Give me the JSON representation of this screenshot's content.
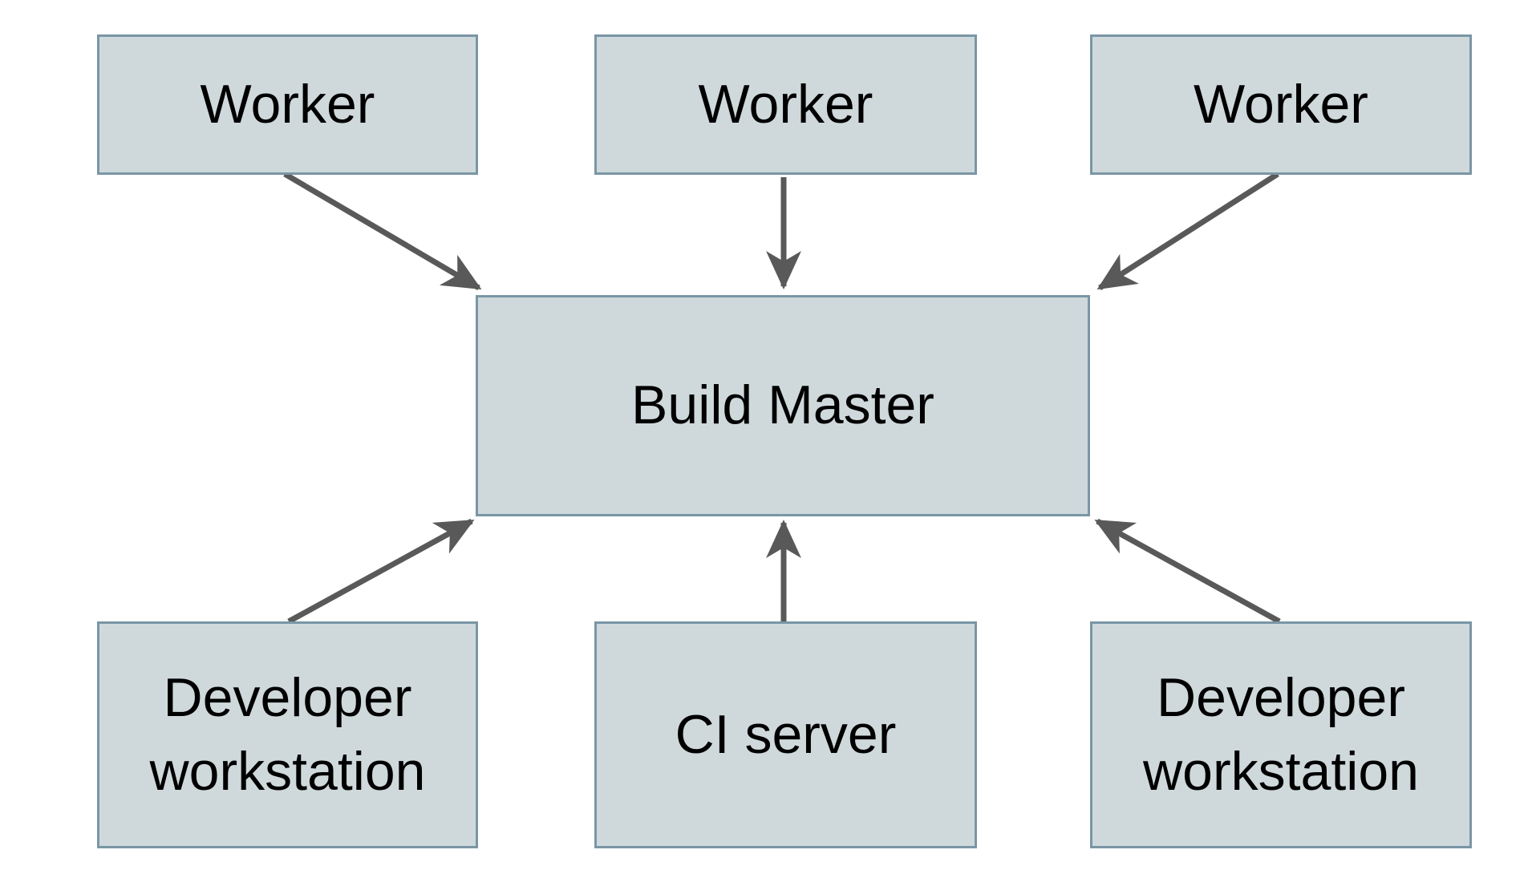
{
  "colors": {
    "background": "#ffffff",
    "node_fill": "#cfd9dc",
    "node_border": "#7a96a5",
    "arrow": "#595959",
    "text": "#000000"
  },
  "nodes": {
    "worker_1": {
      "label": "Worker"
    },
    "worker_2": {
      "label": "Worker"
    },
    "worker_3": {
      "label": "Worker"
    },
    "build_master": {
      "label": "Build Master"
    },
    "dev_workstation_1": {
      "label": "Developer workstation"
    },
    "ci_server": {
      "label": "CI server"
    },
    "dev_workstation_2": {
      "label": "Developer workstation"
    }
  },
  "edges": [
    {
      "from": "worker_1",
      "to": "build_master"
    },
    {
      "from": "worker_2",
      "to": "build_master"
    },
    {
      "from": "worker_3",
      "to": "build_master"
    },
    {
      "from": "dev_workstation_1",
      "to": "build_master"
    },
    {
      "from": "ci_server",
      "to": "build_master"
    },
    {
      "from": "dev_workstation_2",
      "to": "build_master"
    }
  ]
}
